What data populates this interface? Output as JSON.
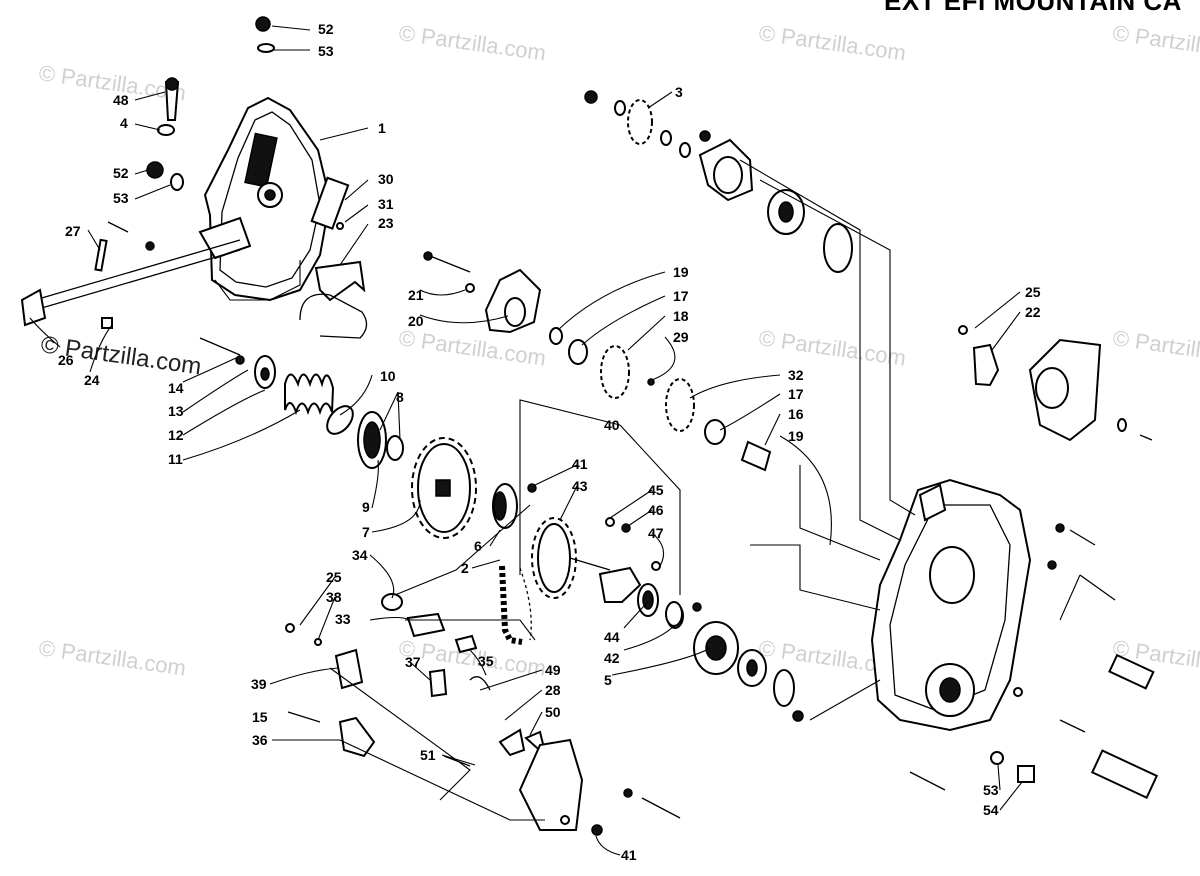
{
  "title": "EXT EFI MOUNTAIN CA",
  "watermark": "© Partzilla.com",
  "part_labels": {
    "p1": "1",
    "p2": "2",
    "p3": "3",
    "p4": "4",
    "p5": "5",
    "p6": "6",
    "p7": "7",
    "p8": "8",
    "p9": "9",
    "p10": "10",
    "p11": "11",
    "p12": "12",
    "p13": "13",
    "p14": "14",
    "p15": "15",
    "p16": "16",
    "p17a": "17",
    "p17b": "17",
    "p18": "18",
    "p19a": "19",
    "p19b": "19",
    "p20": "20",
    "p21": "21",
    "p22": "22",
    "p23": "23",
    "p24": "24",
    "p25a": "25",
    "p25b": "25",
    "p26": "26",
    "p27": "27",
    "p28": "28",
    "p29": "29",
    "p30": "30",
    "p31": "31",
    "p32": "32",
    "p33": "33",
    "p34": "34",
    "p35": "35",
    "p36": "36",
    "p37": "37",
    "p38": "38",
    "p39": "39",
    "p40": "40",
    "p41a": "41",
    "p41b": "41",
    "p42": "42",
    "p43": "43",
    "p44": "44",
    "p45": "45",
    "p46": "46",
    "p47": "47",
    "p48": "48",
    "p49": "49",
    "p50": "50",
    "p51": "51",
    "p52a": "52",
    "p52b": "52",
    "p53a": "53",
    "p53b": "53",
    "p53c": "53",
    "p54": "54"
  }
}
